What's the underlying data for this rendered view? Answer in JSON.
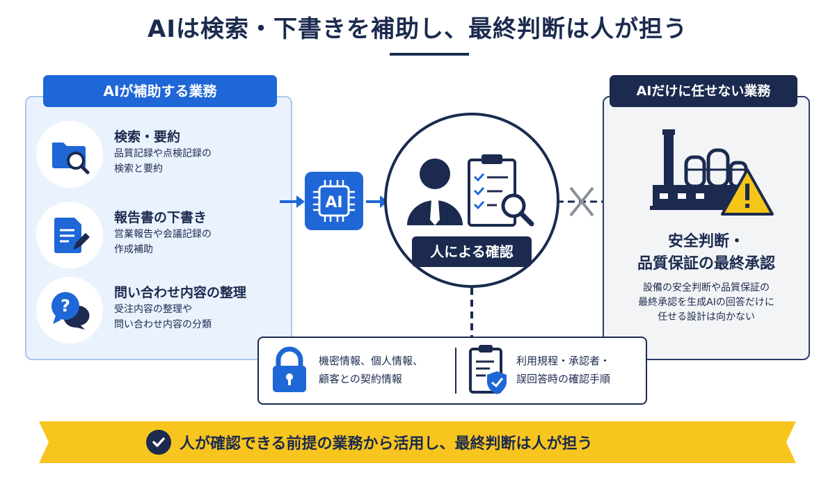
{
  "title": "AIは検索・下書きを補助し、最終判断は人が担う",
  "left_panel": {
    "header": "AIが補助する業務",
    "items": [
      {
        "icon": "folder-search-icon",
        "title": "検索・要約",
        "desc": [
          "品質記録や点検記録の",
          "検索と要約"
        ]
      },
      {
        "icon": "document-edit-icon",
        "title": "報告書の下書き",
        "desc": [
          "営業報告や会議記録の",
          "作成補助"
        ]
      },
      {
        "icon": "question-bubble-icon",
        "title": "問い合わせ内容の整理",
        "desc": [
          "受注内容の整理や",
          "問い合わせ内容の分類"
        ]
      }
    ]
  },
  "ai_chip_label": "AI",
  "center": {
    "label": "人による確認",
    "icons": [
      "person-icon",
      "checklist-icon",
      "magnifier-icon"
    ]
  },
  "right_panel": {
    "header": "AIだけに任せない業務",
    "icon": "factory-warning-icon",
    "title": [
      "安全判断・",
      "品質保証の最終承認"
    ],
    "desc": [
      "設備の安全判断や品質保証の",
      "最終承認を生成AIの回答だけに",
      "任せる設計は向かない"
    ]
  },
  "bottom_box": {
    "left": {
      "icon": "lock-icon",
      "lines": [
        "機密情報、個人情報、",
        "顧客との契約情報"
      ]
    },
    "right": {
      "icon": "clipboard-shield-icon",
      "lines": [
        "利用規程・承認者・",
        "誤回答時の確認手順"
      ]
    }
  },
  "banner": {
    "icon": "check-circle-icon",
    "text": "人が確認できる前提の業務から活用し、最終判断は人が担う"
  },
  "colors": {
    "navy": "#1b2a4e",
    "blue": "#1f66d6",
    "light_blue": "#eaf2fd",
    "yellow": "#f7c51e",
    "warning": "#f5c518"
  }
}
